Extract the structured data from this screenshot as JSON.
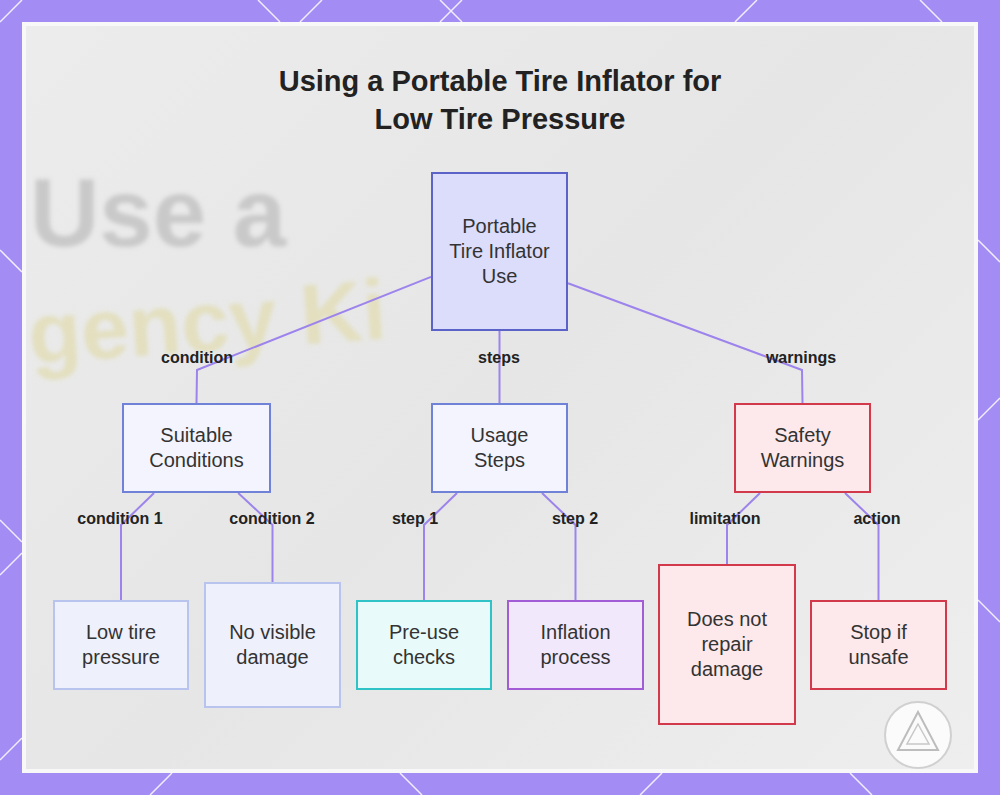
{
  "diagram": {
    "title": "Using a Portable Tire Inflator for Low Tire Pressure",
    "nodes": [
      {
        "text": [
          "Portable Tire Inflator Use"
        ]
      },
      {
        "text": [
          "Suitable Conditions"
        ]
      },
      {
        "text": [
          "Usage Steps"
        ]
      },
      {
        "text": [
          "Safety Warnings"
        ]
      },
      {
        "text": [
          "Low tire pressure"
        ]
      },
      {
        "text": [
          "No visible damage"
        ]
      },
      {
        "text": [
          "Pre-use checks"
        ]
      },
      {
        "text": [
          "Inflation process"
        ]
      },
      {
        "text": [
          "Does not repair damage"
        ]
      },
      {
        "text": [
          "Stop if unsafe"
        ]
      }
    ],
    "edges": [
      {
        "from": 0,
        "to": 1,
        "label": "condition",
        "arrow": "none"
      },
      {
        "from": 0,
        "to": 2,
        "label": "steps",
        "arrow": "none"
      },
      {
        "from": 0,
        "to": 3,
        "label": "warnings",
        "arrow": "none"
      },
      {
        "from": 1,
        "to": 4,
        "label": "condition 1",
        "arrow": "none"
      },
      {
        "from": 1,
        "to": 5,
        "label": "condition 2",
        "arrow": "none"
      },
      {
        "from": 2,
        "to": 6,
        "label": "step 1",
        "arrow": "none"
      },
      {
        "from": 2,
        "to": 7,
        "label": "step 2",
        "arrow": "none"
      },
      {
        "from": 3,
        "to": 8,
        "label": "limitation",
        "arrow": "none"
      },
      {
        "from": 3,
        "to": 9,
        "label": "action",
        "arrow": "none"
      }
    ],
    "labels": [
      "Use a",
      "gency Ki"
    ]
  }
}
